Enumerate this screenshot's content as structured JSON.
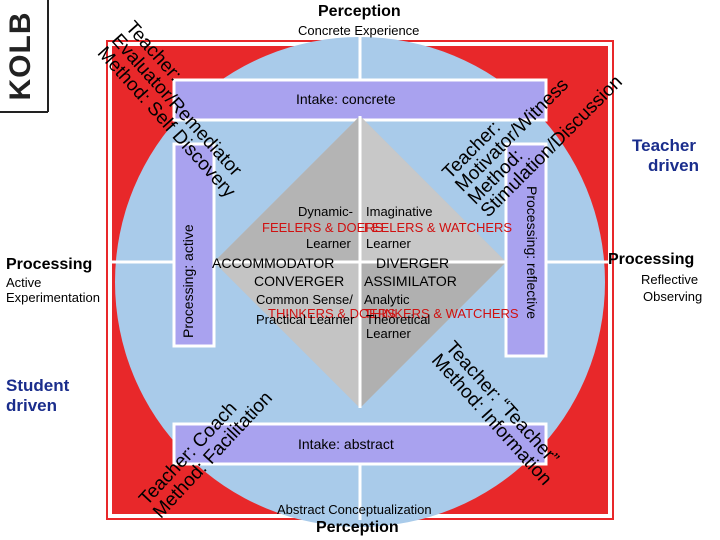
{
  "kolb": "KOLB",
  "top": {
    "title": "Perception",
    "subtitle": "Concrete Experience"
  },
  "bottom": {
    "subtitle": "Abstract Conceptualization",
    "title": "Perception"
  },
  "left": {
    "title": "Processing",
    "subtitle1": "Active",
    "subtitle2": "Experimentation"
  },
  "right": {
    "title": "Processing",
    "subtitle1": "Reflective",
    "subtitle2": "Observing"
  },
  "intake_concrete": "Intake: concrete",
  "intake_abstract": "Intake: abstract",
  "processing_active": "Processing: active",
  "processing_reflective": "Processing: reflective",
  "teacher_driven_1": "Teacher",
  "teacher_driven_2": "driven",
  "student_driven_1": "Student",
  "student_driven_2": "driven",
  "corner_tl": {
    "line1": "Teacher:",
    "line2": "Evaluator/Remediator",
    "line3": "Method: Self Discovery"
  },
  "corner_tr": {
    "line1": "Teacher:",
    "line2": "Motivator/Witness",
    "line3": "Method:",
    "line4": "Stimulation/Discussion"
  },
  "corner_br": {
    "line1": "Teacher: “Teacher”",
    "line2": "Method: Information"
  },
  "corner_bl": {
    "line1": "Teacher: Coach",
    "line2": "Method: Facilitation"
  },
  "center": {
    "dynamic": "Dynamic-",
    "imaginative": "Imaginative",
    "feelers_doers": "FEELERS & DOERS",
    "feelers_watchers": "FEELERS & WATCHERS",
    "learner1": "Learner",
    "learner2": "Learner",
    "accommodator": "ACCOMMODATOR",
    "diverger": "DIVERGER",
    "converger": "CONVERGER",
    "assimilator": "ASSIMILATOR",
    "common_sense": "Common Sense/",
    "analytic": "Analytic",
    "thinkers_doers": "THINKERS & DOERS",
    "thinkers_watchers": "THINKERS & WATCHERS",
    "practical": "Practical Learner",
    "theoretical": "Theoretical",
    "learner3": "Learner"
  },
  "colors": {
    "red": "#e8282a",
    "circle": "#a9cbea",
    "blue_band": "#a9a2ef",
    "grey": "#bdbdbd",
    "text_blue": "#1a2d8c"
  }
}
